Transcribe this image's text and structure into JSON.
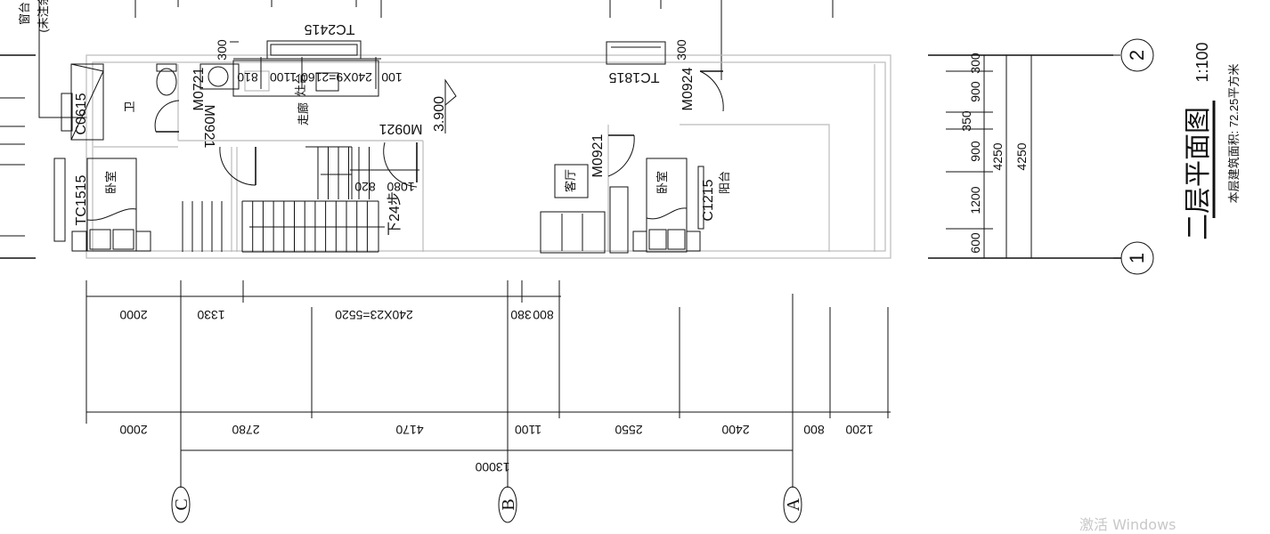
{
  "title": {
    "name": "二层平面图",
    "scale": "1:100",
    "area_note": "本层建筑面积: 72.25平方米"
  },
  "notes": {
    "sill": "窗台",
    "unnoted": "(未注余"
  },
  "rooms": {
    "bath": "卫",
    "corridor": "走廊",
    "kitchen": "灶台",
    "bedroom_left": "卧室",
    "living": "客厅",
    "bedroom_right": "卧室",
    "balcony": "阳台"
  },
  "doors": {
    "m0721": "M0721",
    "m0921_a": "M0921",
    "m0921_b": "M0921",
    "m0921_c": "M0921",
    "m0924": "M0924"
  },
  "windows": {
    "c0615": "C0615",
    "tc2415": "TC2415",
    "tc1515": "TC1515",
    "tc1815": "TC1815",
    "c1215": "C1215"
  },
  "stair": {
    "steps": "下24步",
    "d820": "820",
    "d1080": "1080"
  },
  "elevation": "3.900",
  "counter_dims": {
    "d810": "810",
    "d1100": "1100",
    "d2160": "240X9=2160",
    "d100": "100",
    "d300_left": "300",
    "d300_right": "300"
  },
  "right_dims": {
    "d300": "300",
    "d900a": "900",
    "d350": "350",
    "d900b": "900",
    "d1200": "1200",
    "d600": "600",
    "total_inner": "4250",
    "total_outer": "4250"
  },
  "bottom_dims_row1": [
    "2000",
    "1330",
    "240X23=5520",
    "800",
    "380"
  ],
  "bottom_dims_row2": [
    "2000",
    "2780",
    "4170",
    "1100",
    "2550",
    "2400",
    "800",
    "1200"
  ],
  "bottom_total": "13000",
  "axes": {
    "a": "A",
    "b": "B",
    "c": "C",
    "one": "1",
    "two": "2"
  },
  "watermark": "激活 Windows"
}
